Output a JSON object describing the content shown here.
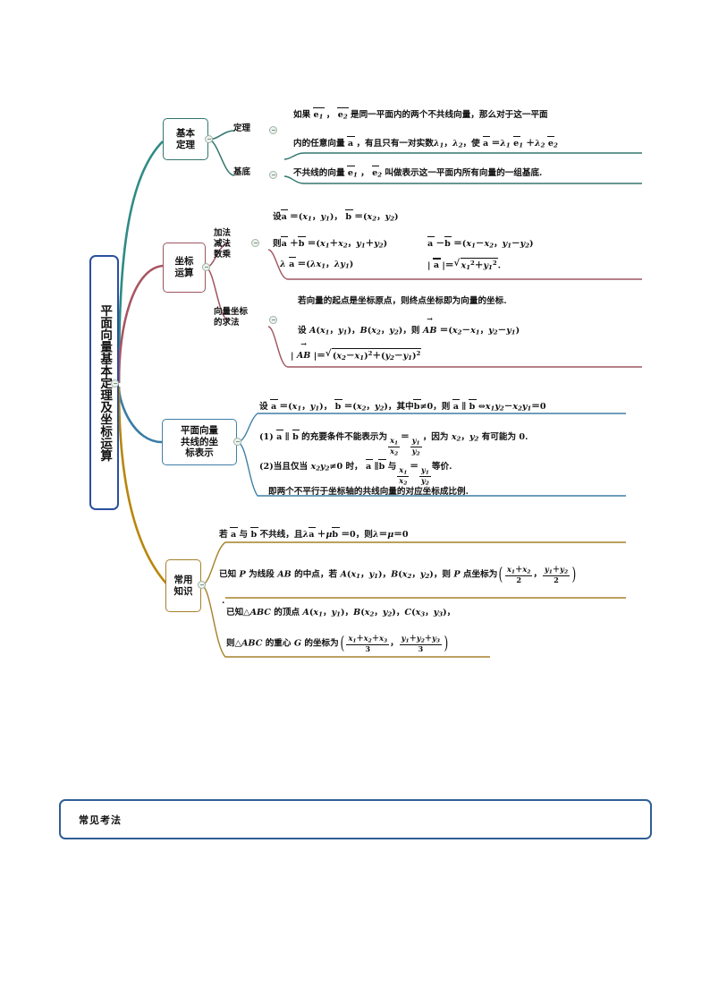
{
  "center": {
    "title": "平面向量基本定理及坐标运算"
  },
  "colors": {
    "center_border": "#2b4f9e",
    "branch_basic": "#33766f",
    "branch_coord": "#9e5560",
    "branch_parallel": "#3e7fa6",
    "branch_knowledge": "#a5812b",
    "bottom_box_border": "#2f5f96"
  },
  "branches": [
    {
      "id": "basic-theorem",
      "label": "基本\n定理",
      "sublabels": [
        {
          "id": "theorem",
          "label": "定理"
        },
        {
          "id": "basis",
          "label": "基底"
        }
      ],
      "contents": [
        {
          "id": "theorem-line1",
          "text": "如果 e₁ ， e₂ 是同一平面内的两个不共线向量，那么对于这一平面"
        },
        {
          "id": "theorem-line2",
          "text": "内的任意向量 a ，有且只有一对实数λ₁，λ₂，使 a ＝λ₁ e₁ ＋λ₂ e₂"
        },
        {
          "id": "basis-line1",
          "text": "不共线的向量 e₁ ， e₂ 叫做表示这一平面内所有向量的一组基底."
        }
      ]
    },
    {
      "id": "coordinate-operations",
      "label": "坐标\n运算",
      "sublabels": [
        {
          "id": "add-sub-scalar",
          "label": "加法\n减法\n数乘"
        },
        {
          "id": "find-coordinates",
          "label": "向量坐标\n的求法"
        }
      ],
      "contents": [
        {
          "id": "ops-line1",
          "text": "设 a ＝(x₁，y₁)， b ＝(x₂，y₂)"
        },
        {
          "id": "ops-line2-left",
          "text": "则 a ＋ b ＝(x₁＋x₂，y₁＋y₂)"
        },
        {
          "id": "ops-line2-right",
          "text": "a － b ＝(x₁－x₂，y₁－y₂)"
        },
        {
          "id": "ops-line3-left",
          "text": "λ a ＝(λx₁，λy₁)"
        },
        {
          "id": "ops-line3-right",
          "text": "| a |＝√(x₁²＋y₁²)."
        },
        {
          "id": "find-line1",
          "text": "若向量的起点是坐标原点，则终点坐标即为向量的坐标."
        },
        {
          "id": "find-line2",
          "text": "设 A(x₁，y₁)，B(x₂，y₂)，则 AB ＝(x₂－x₁，y₂－y₁)"
        },
        {
          "id": "find-line3",
          "text": "| AB |＝√((x₂－x₁)²＋(y₂－y₁)²)"
        }
      ]
    },
    {
      "id": "parallel-coordinates",
      "label": "平面向量\n共线的坐\n标表示",
      "sublabels": [],
      "contents": [
        {
          "id": "para-line1",
          "text": "设 a ＝(x₁，y₁)， b ＝(x₂，y₂)，其中 b ≠0，则 a ∥ b ⇔x₁y₂－x₂y₁＝0"
        },
        {
          "id": "para-line2",
          "text": "(1) a ∥ b 的充要条件不能表示为 x₁/x₂ ＝ y₁/y₂ ，因为 x₂，y₂ 有可能为 0."
        },
        {
          "id": "para-line3",
          "text": "(2)当且仅当 x₂y₂≠0 时， a ∥ b 与 x₁/x₂ ＝ y₁/y₂ 等价."
        },
        {
          "id": "para-line4",
          "text": "即两个不平行于坐标轴的共线向量的对应坐标成比例."
        }
      ]
    },
    {
      "id": "common-knowledge",
      "label": "常用\n知识",
      "sublabels": [],
      "contents": [
        {
          "id": "know-line1",
          "text": "若 a 与 b 不共线，且λ a ＋μ b ＝0，则λ＝μ＝0"
        },
        {
          "id": "know-line2",
          "text": "已知 P 为线段 AB 的中点，若 A(x₁，y₁)，B(x₂，y₂)，则 P 点坐标为 ((x₁＋x₂)/2，(y₁＋y₂)/2)"
        },
        {
          "id": "know-line2-dot",
          "text": "."
        },
        {
          "id": "know-line3",
          "text": "已知△ABC 的顶点 A(x₁，y₁)，B(x₂，y₂)，C(x₃，y₃)，"
        },
        {
          "id": "know-line4",
          "text": "则△ABC 的重心 G 的坐标为 ((x₁＋x₂＋x₃)/3，(y₁＋y₂＋y₃)/3)"
        }
      ]
    }
  ],
  "bottom_box": {
    "label": "常见考法"
  }
}
